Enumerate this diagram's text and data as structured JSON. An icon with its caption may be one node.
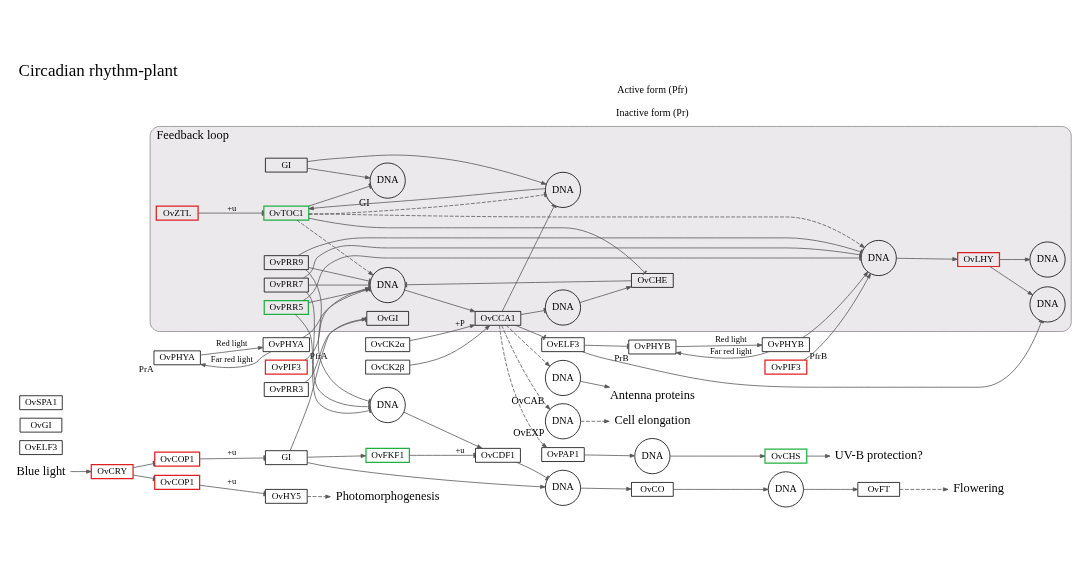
{
  "diagram": {
    "title": "Circadian rhythm-plant",
    "nodes": [
      {
        "text": [
          "Feedback loop"
        ]
      },
      {
        "text": [
          "OvPHYB"
        ],
        "beside": [
          "PrB"
        ]
      },
      {
        "text": [
          "OvPHYB"
        ],
        "beside": [
          "PfrB"
        ]
      },
      {
        "text": [
          "OvPHYA"
        ],
        "beside": [
          "PrA"
        ]
      },
      {
        "text": [
          "OvPHYA"
        ],
        "beside": [
          "PfrA"
        ]
      },
      {
        "text": [
          "OvELF3"
        ]
      },
      {
        "text": [
          "OvPIF3"
        ]
      },
      {
        "text": [
          "OvPIF3"
        ]
      },
      {
        "text": [
          "DNA"
        ],
        "in": 0
      },
      {
        "text": [
          "OvPRR9"
        ],
        "in": 0
      },
      {
        "text": [
          "OvPRR7"
        ],
        "in": 0
      },
      {
        "text": [
          "OvPRR5"
        ],
        "in": 0
      },
      {
        "text": [
          "DNA"
        ],
        "in": 0
      },
      {
        "text": [
          "DNA"
        ],
        "in": 0
      },
      {
        "text": [
          "OvLHY"
        ],
        "in": 0
      },
      {
        "text": [
          "DNA"
        ],
        "in": 0
      },
      {
        "text": [
          "OvCCA1"
        ],
        "in": 0
      },
      {
        "text": [
          "OvCHE"
        ],
        "in": 0
      },
      {
        "text": [
          "DNA"
        ],
        "in": 0
      },
      {
        "text": [
          "OvTOC1"
        ],
        "in": 0
      },
      {
        "text": [
          "DNA"
        ],
        "in": 0
      },
      {
        "text": [
          "OvZTL"
        ],
        "in": 0
      },
      {
        "text": [
          "OvGI"
        ],
        "in": 0
      },
      {
        "text": [
          "DNA"
        ],
        "beside": [
          "GI"
        ],
        "in": 0
      },
      {
        "text": [
          "GI"
        ],
        "in": 0
      },
      {
        "text": [
          "OvCK2α"
        ]
      },
      {
        "text": [
          "OvCK2β"
        ]
      },
      {
        "text": [
          "DNA"
        ],
        "beside": [
          "OvCAB"
        ]
      },
      {
        "text": [
          "DNA"
        ],
        "beside": [
          "OvEXP"
        ]
      },
      {
        "text": [
          "OvPAP1"
        ]
      },
      {
        "text": [
          "DNA"
        ]
      },
      {
        "text": [
          "OvCHS"
        ]
      },
      {
        "text": [
          "DNA"
        ]
      },
      {
        "text": [
          "OvCDF1"
        ]
      },
      {
        "text": [
          "OvCO"
        ]
      },
      {
        "text": [
          "DNA"
        ]
      },
      {
        "text": [
          "OvFT"
        ]
      },
      {
        "text": [
          "DNA"
        ]
      },
      {
        "text": [
          "Blue light"
        ]
      },
      {
        "text": [
          "OvCRY"
        ]
      },
      {
        "text": [
          "OvCOP1"
        ]
      },
      {
        "text": [
          "OvELF3"
        ]
      },
      {
        "text": [
          "GI"
        ]
      },
      {
        "text": [
          "OvFKF1"
        ]
      },
      {
        "text": [
          "OvGI"
        ]
      },
      {
        "text": [
          "OvPRR3"
        ]
      },
      {
        "text": [
          "OvCOP1"
        ]
      },
      {
        "text": [
          "OvSPA1"
        ]
      },
      {
        "text": [
          "OvHY5"
        ]
      },
      {
        "text": [
          "Antenna proteins"
        ]
      },
      {
        "text": [
          "Cell elongation"
        ]
      },
      {
        "text": [
          "UV-B protection?"
        ]
      },
      {
        "text": [
          "Flowering"
        ]
      },
      {
        "text": [
          "Photomorphogenesis"
        ]
      }
    ],
    "edges": [
      {
        "from": 1,
        "to": 2,
        "arrow": "to",
        "label": "Red light"
      },
      {
        "from": 2,
        "to": 1,
        "arrow": "to",
        "label": "Far red light"
      },
      {
        "from": 3,
        "to": 4,
        "arrow": "to",
        "label": "Red light"
      },
      {
        "from": 4,
        "to": 3,
        "arrow": "to",
        "label": "Far red light"
      },
      {
        "from": 5,
        "to": 1,
        "arrow": "other"
      },
      {
        "from": 5,
        "to": 8,
        "arrow": "other"
      },
      {
        "from": 16,
        "to": 5,
        "arrow": "other"
      },
      {
        "from": 2,
        "to": 13,
        "arrow": "to"
      },
      {
        "from": 6,
        "to": 13,
        "arrow": "to"
      },
      {
        "from": 4,
        "to": 15,
        "arrow": "to"
      },
      {
        "from": 7,
        "to": 15,
        "arrow": "to"
      },
      {
        "from": 9,
        "to": 13,
        "arrow": "other"
      },
      {
        "from": 10,
        "to": 13,
        "arrow": "other"
      },
      {
        "from": 11,
        "to": 13,
        "arrow": "other"
      },
      {
        "from": 9,
        "to": 15,
        "arrow": "other"
      },
      {
        "from": 10,
        "to": 15,
        "arrow": "other"
      },
      {
        "from": 11,
        "to": 15,
        "arrow": "other"
      },
      {
        "from": 9,
        "to": 32,
        "arrow": "other"
      },
      {
        "from": 10,
        "to": 32,
        "arrow": "other"
      },
      {
        "from": 11,
        "to": 32,
        "arrow": "other"
      },
      {
        "from": 14,
        "to": 8,
        "arrow": "to"
      },
      {
        "from": 14,
        "to": 12,
        "arrow": "to"
      },
      {
        "from": 13,
        "to": 14,
        "arrow": "to"
      },
      {
        "from": 15,
        "to": 16,
        "arrow": "to"
      },
      {
        "from": 25,
        "to": 16,
        "arrow": "to",
        "label": "+P"
      },
      {
        "from": 26,
        "to": 16,
        "arrow": "to"
      },
      {
        "from": 16,
        "to": 18,
        "arrow": "other"
      },
      {
        "from": 16,
        "to": 20,
        "arrow": "other"
      },
      {
        "from": 16,
        "to": 27,
        "arrow": "to",
        "style": "dashed"
      },
      {
        "from": 16,
        "to": 28,
        "arrow": "to",
        "style": "dashed"
      },
      {
        "from": 16,
        "to": 29,
        "arrow": "to",
        "style": "dashed"
      },
      {
        "from": 19,
        "to": 13,
        "arrow": "to",
        "style": "dashed"
      },
      {
        "from": 19,
        "to": 15,
        "arrow": "to",
        "style": "dashed"
      },
      {
        "from": 18,
        "to": 17,
        "arrow": "to"
      },
      {
        "from": 17,
        "to": 15,
        "arrow": "other"
      },
      {
        "from": 19,
        "to": 17,
        "arrow": "other"
      },
      {
        "from": 20,
        "to": 19,
        "arrow": "to"
      },
      {
        "from": 19,
        "to": 20,
        "arrow": "other",
        "style": "dashed"
      },
      {
        "from": 19,
        "to": 23,
        "arrow": "other"
      },
      {
        "from": 24,
        "to": 23,
        "arrow": "to"
      },
      {
        "from": 24,
        "to": 20,
        "arrow": "to"
      },
      {
        "from": 21,
        "to": 19,
        "arrow": "other",
        "label": "+u"
      },
      {
        "from": 45,
        "to": 22,
        "arrow": "other"
      },
      {
        "from": 38,
        "to": 39,
        "arrow": "to"
      },
      {
        "from": 39,
        "to": 40,
        "arrow": "other"
      },
      {
        "from": 39,
        "to": 46,
        "arrow": "other"
      },
      {
        "from": 40,
        "to": 42,
        "arrow": "other",
        "label": "+u"
      },
      {
        "from": 42,
        "to": 22,
        "arrow": "to"
      },
      {
        "from": 42,
        "to": 43,
        "arrow": "to"
      },
      {
        "from": 42,
        "to": 37,
        "arrow": "to"
      },
      {
        "from": 43,
        "to": 33,
        "arrow": "other",
        "label": "+u"
      },
      {
        "from": 46,
        "to": 48,
        "arrow": "other",
        "label": "+u"
      },
      {
        "from": 48,
        "to": 53,
        "arrow": "to",
        "style": "dashed"
      },
      {
        "from": 32,
        "to": 33,
        "arrow": "to"
      },
      {
        "from": 33,
        "to": 37,
        "arrow": "other"
      },
      {
        "from": 37,
        "to": 34,
        "arrow": "to"
      },
      {
        "from": 34,
        "to": 35,
        "arrow": "to"
      },
      {
        "from": 35,
        "to": 36,
        "arrow": "to"
      },
      {
        "from": 36,
        "to": 52,
        "arrow": "to",
        "style": "dashed"
      },
      {
        "from": 29,
        "to": 30,
        "arrow": "to"
      },
      {
        "from": 30,
        "to": 31,
        "arrow": "to"
      },
      {
        "from": 31,
        "to": 51,
        "arrow": "to"
      },
      {
        "from": 27,
        "to": 49,
        "arrow": "to"
      },
      {
        "from": 28,
        "to": 50,
        "arrow": "to",
        "style": "dashed"
      }
    ],
    "labels": [
      "Inactive form (Pr)",
      "Active form (Pfr)"
    ]
  }
}
